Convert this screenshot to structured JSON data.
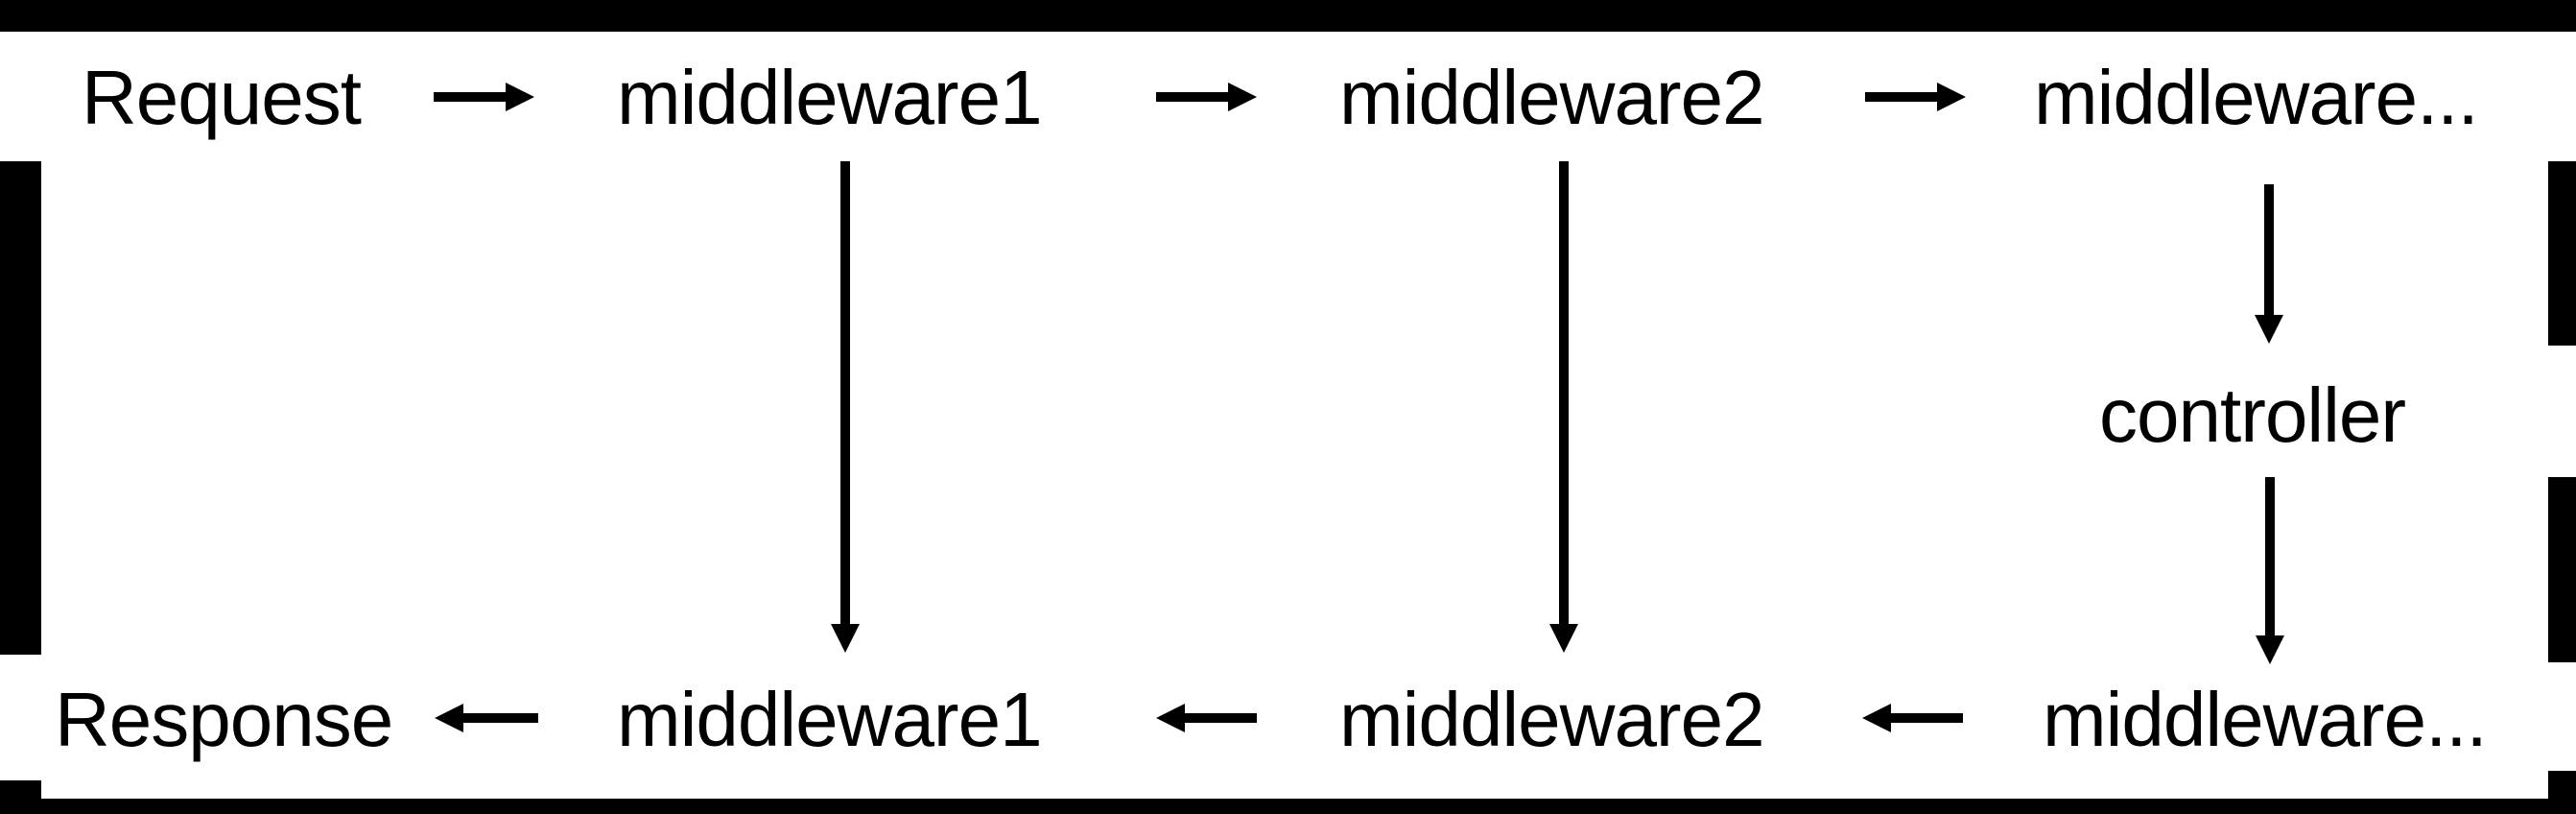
{
  "colors": {
    "background": "#000000",
    "surface": "#ffffff",
    "text": "#000000",
    "arrow": "#000000"
  },
  "diagram": {
    "top_row": {
      "request": "Request",
      "middleware1": "middleware1",
      "middleware2": "middleware2",
      "middleware_more": "middleware..."
    },
    "controller_label": "controller",
    "bottom_row": {
      "response": "Response",
      "middleware1": "middleware1",
      "middleware2": "middleware2",
      "middleware_more": "middleware..."
    },
    "connections": [
      {
        "from": "Request",
        "to": "middleware1",
        "direction": "right"
      },
      {
        "from": "middleware1",
        "to": "middleware2",
        "direction": "right"
      },
      {
        "from": "middleware2",
        "to": "middleware...",
        "direction": "right"
      },
      {
        "from": "middleware... (top)",
        "to": "controller",
        "direction": "down"
      },
      {
        "from": "controller",
        "to": "middleware... (bottom)",
        "direction": "down"
      },
      {
        "from": "middleware1 (top)",
        "to": "middleware1 (bottom)",
        "direction": "down"
      },
      {
        "from": "middleware2 (top)",
        "to": "middleware2 (bottom)",
        "direction": "down"
      },
      {
        "from": "middleware... (bottom)",
        "to": "middleware2 (bottom)",
        "direction": "left"
      },
      {
        "from": "middleware2 (bottom)",
        "to": "middleware1 (bottom)",
        "direction": "left"
      },
      {
        "from": "middleware1 (bottom)",
        "to": "Response",
        "direction": "left"
      }
    ]
  }
}
